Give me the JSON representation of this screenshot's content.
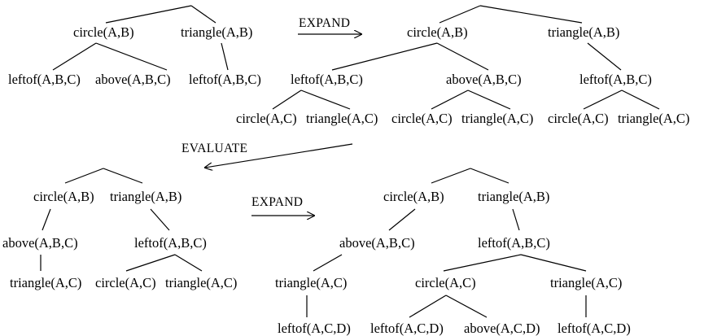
{
  "labels": {
    "t1_circle": "circle(A,B)",
    "t1_triangle": "triangle(A,B)",
    "t1_leftof": "leftof(A,B,C)",
    "t1_above": "above(A,B,C)",
    "t1_leftof2": "leftof(A,B,C)",
    "t2_circle": "circle(A,B)",
    "t2_triangle": "triangle(A,B)",
    "t2_leftof": "leftof(A,B,C)",
    "t2_above": "above(A,B,C)",
    "t2_leftof2": "leftof(A,B,C)",
    "t2_c1": "circle(A,C)",
    "t2_tr1": "triangle(A,C)",
    "t2_c2": "circle(A,C)",
    "t2_tr2": "triangle(A,C)",
    "t2_c3": "circle(A,C)",
    "t2_tr3": "triangle(A,C)",
    "t3_circle": "circle(A,B)",
    "t3_triangle": "triangle(A,B)",
    "t3_above": "above(A,B,C)",
    "t3_leftof": "leftof(A,B,C)",
    "t3_tr1": "triangle(A,C)",
    "t3_c1": "circle(A,C)",
    "t3_tr2": "triangle(A,C)",
    "t4_circle": "circle(A,B)",
    "t4_triangle": "triangle(A,B)",
    "t4_above": "above(A,B,C)",
    "t4_leftof": "leftof(A,B,C)",
    "t4_tr1": "triangle(A,C)",
    "t4_c1": "circle(A,C)",
    "t4_tr2": "triangle(A,C)",
    "t4_l1": "leftof(A,C,D)",
    "t4_l2": "leftof(A,C,D)",
    "t4_ab": "above(A,C,D)",
    "t4_l3": "leftof(A,C,D)"
  },
  "steps": {
    "expand1": "EXPAND",
    "evaluate": "EVALUATE",
    "expand2": "EXPAND"
  }
}
